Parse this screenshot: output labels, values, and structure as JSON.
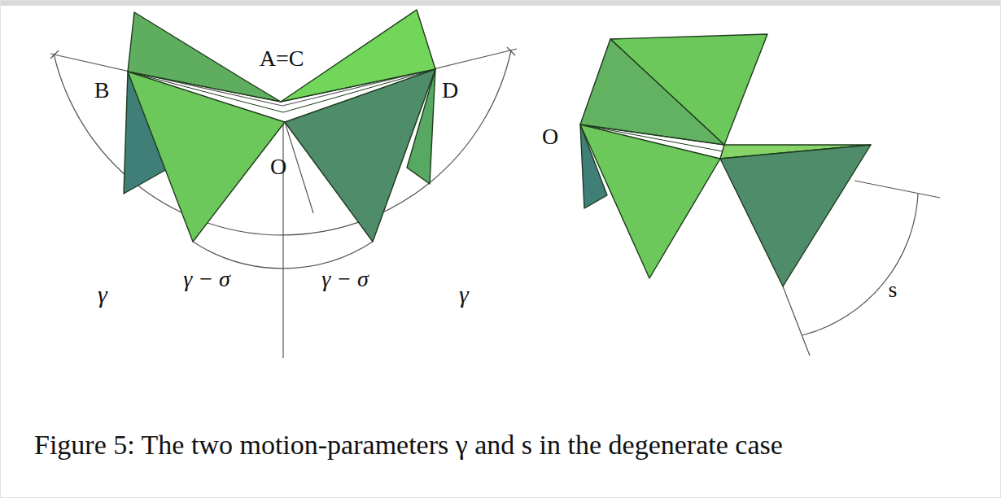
{
  "diagram": {
    "caption": "Figure 5: The two motion-parameters γ and s in the degenerate case",
    "labels": [
      "A=C",
      "B",
      "D",
      "O",
      "γ",
      "γ − σ",
      "γ − σ",
      "γ",
      "O",
      "s"
    ]
  }
}
